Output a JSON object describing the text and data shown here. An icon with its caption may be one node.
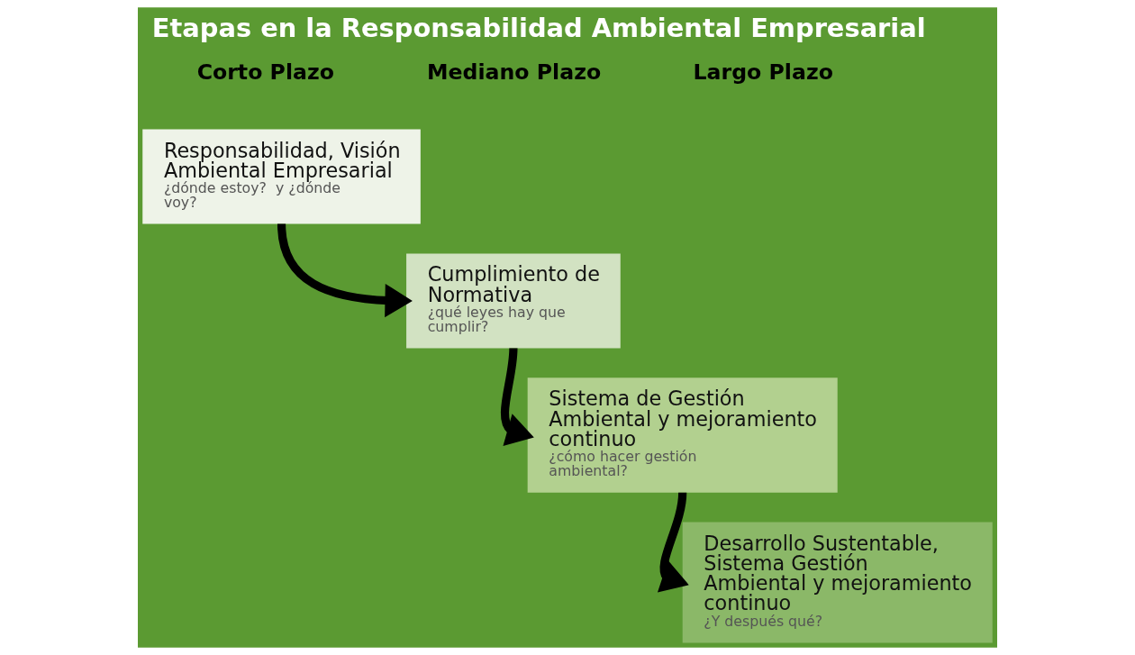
{
  "diagram": {
    "title": "Etapas en la Responsabilidad Ambiental Empresarial",
    "nodes": [
      {
        "text": [
          "Responsabilidad, Visión Ambiental Empresarial",
          "¿dónde estoy?  y ¿dónde voy?"
        ]
      },
      {
        "text": [
          "Cumplimiento de Normativa",
          "¿qué leyes hay que cumplir?"
        ]
      },
      {
        "text": [
          "Sistema de Gestión Ambiental y mejoramiento continuo",
          "¿cómo hacer gestión ambiental?"
        ]
      },
      {
        "text": [
          "Desarrollo Sustentable, Sistema Gestión Ambiental y mejoramiento continuo",
          "¿Y después qué?"
        ]
      }
    ],
    "edges": [
      {
        "from": 0,
        "to": 1,
        "arrow": "to"
      },
      {
        "from": 1,
        "to": 2,
        "arrow": "to"
      },
      {
        "from": 2,
        "to": 3,
        "arrow": "to"
      }
    ],
    "labels": [
      "Corto Plazo",
      "Mediano Plazo",
      "Largo Plazo"
    ]
  }
}
